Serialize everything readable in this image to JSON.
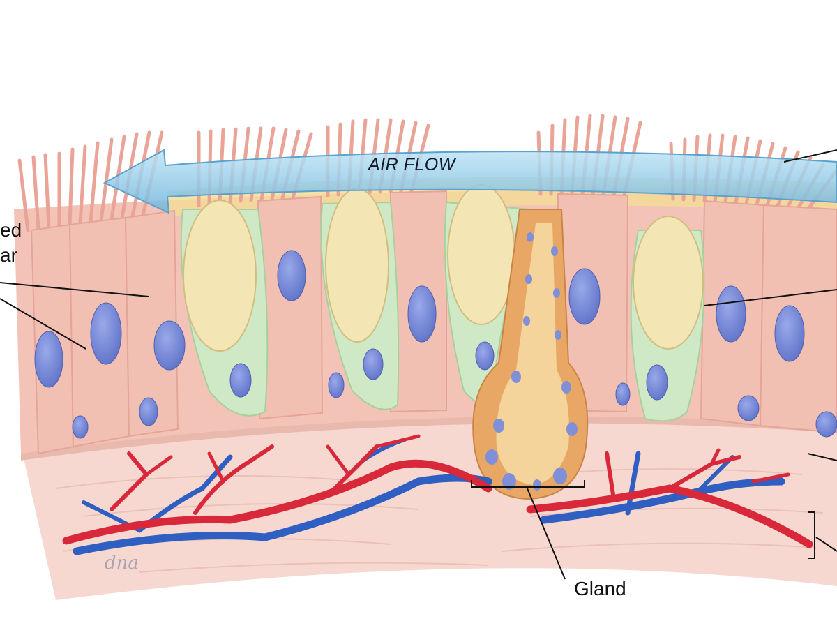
{
  "diagram": {
    "airflow_label": "AIR FLOW",
    "labels": {
      "left_partial_line1": "ed",
      "left_partial_line2": "ar",
      "gland": "Gland"
    },
    "signature": "dna",
    "colors": {
      "epithelial_cell": "#f2c0b4",
      "goblet_cell": "#cde8c4",
      "mucus": "#f3e6b4",
      "nucleus": "#7f90d8",
      "connective_tissue": "#f5d5cf",
      "artery": "#d8283a",
      "vein": "#2f5fc2",
      "gland": "#e9a766",
      "airflow_arrow": "#8fcbe8"
    }
  }
}
